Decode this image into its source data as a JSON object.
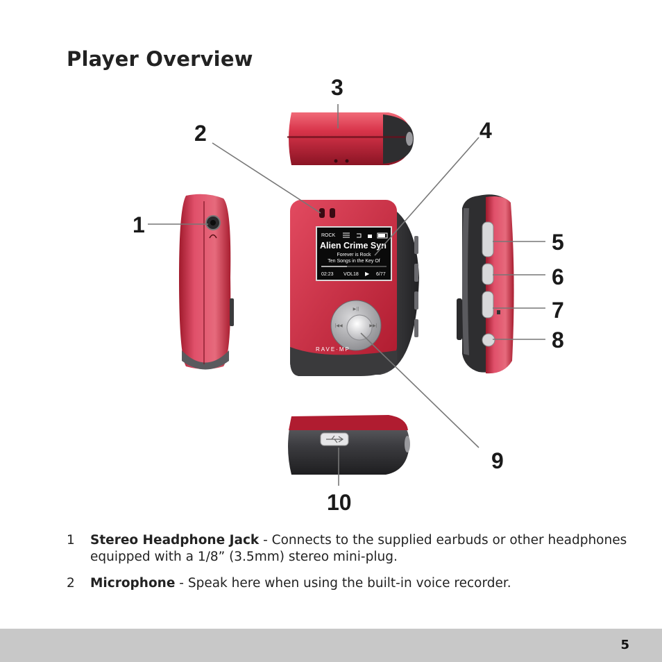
{
  "page": {
    "title": "Player Overview",
    "page_number": "5"
  },
  "callouts": {
    "c1": "1",
    "c2": "2",
    "c3": "3",
    "c4": "4",
    "c5": "5",
    "c6": "6",
    "c7": "7",
    "c8": "8",
    "c9": "9",
    "c10": "10"
  },
  "screen": {
    "genre": "ROCK",
    "track_title": "Alien Crime Syn",
    "album": "Forever is Rock",
    "subtitle": "Ten Songs in the Key Of",
    "elapsed": "02:23",
    "volume": "VOL18",
    "play_symbol": "▶",
    "track_count": "6/77"
  },
  "device": {
    "logo": "RAVE·MP"
  },
  "descriptions": [
    {
      "number": "1",
      "term": "Stereo Headphone Jack",
      "text": " - Connects to the supplied earbuds or other headphones equipped with a 1/8” (3.5mm) stereo mini-plug."
    },
    {
      "number": "2",
      "term": "Microphone",
      "text": " - Speak here when using the built-in voice recorder."
    }
  ],
  "colors": {
    "device_red": "#c8283a",
    "device_dark": "#3a3a3c",
    "footer_gray": "#c8c8c8"
  }
}
